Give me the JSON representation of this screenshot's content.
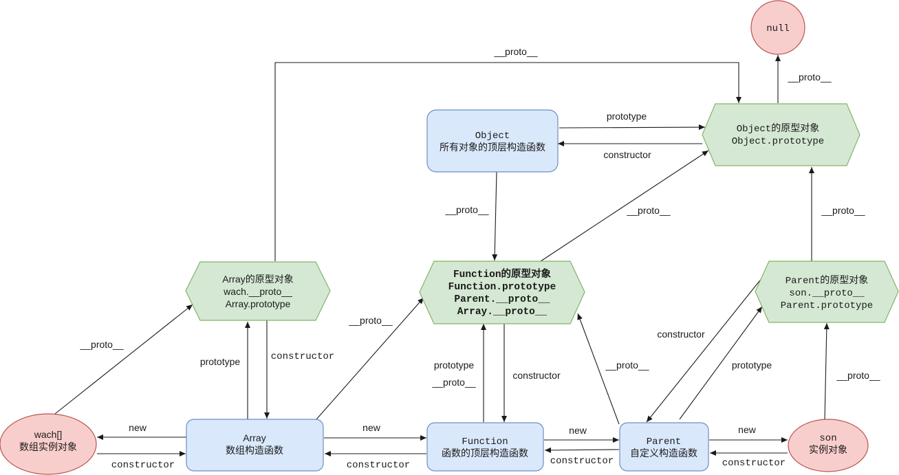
{
  "nodes": {
    "null_node": {
      "lines": [
        "null"
      ]
    },
    "object_ctor": {
      "lines": [
        "Object",
        "所有对象的顶层构造函数"
      ]
    },
    "object_proto": {
      "lines": [
        "Object的原型对象",
        "Object.prototype"
      ]
    },
    "array_proto": {
      "lines": [
        "Array的原型对象",
        "wach.__proto__",
        "Array.prototype"
      ]
    },
    "function_proto": {
      "lines": [
        "Function的原型对象",
        "Function.prototype",
        "Parent.__proto__",
        "Array.__proto__"
      ]
    },
    "parent_proto": {
      "lines": [
        "Parent的原型对象",
        "son.__proto__",
        "Parent.prototype"
      ]
    },
    "wach_instance": {
      "lines": [
        "wach[]",
        "数组实例对象"
      ]
    },
    "array_ctor": {
      "lines": [
        "Array",
        "数组构造函数"
      ]
    },
    "function_ctor": {
      "lines": [
        "Function",
        "函数的顶层构造函数"
      ]
    },
    "parent_ctor": {
      "lines": [
        "Parent",
        "自定义构造函数"
      ]
    },
    "son_instance": {
      "lines": [
        "son",
        "实例对象"
      ]
    }
  },
  "edge_labels": {
    "array_proto_to_object_proto": "__proto__",
    "object_proto_to_null": "__proto__",
    "object_prototype": "prototype",
    "object_constructor": "constructor",
    "object_ctor_proto": "__proto__",
    "function_proto_to_object_proto": "__proto__",
    "parent_proto_to_object_proto": "__proto__",
    "wach_to_array_proto": "__proto__",
    "array_prototype": "prototype",
    "array_constructor": "constructor",
    "array_ctor_to_function_proto": "__proto__",
    "function_prototype": "prototype",
    "function_self_proto": "__proto__",
    "function_constructor": "constructor",
    "parent_ctor_to_function_proto": "__proto__",
    "parent_constructor": "constructor",
    "parent_prototype": "prototype",
    "son_to_parent_proto": "__proto__",
    "array_new": "new",
    "wach_constructor": "constructor",
    "function_new": "new",
    "array_ctor_constructor": "constructor",
    "parent_new": "new",
    "parent_ctor_constructor": "constructor",
    "son_new": "new",
    "son_constructor": "constructor"
  }
}
